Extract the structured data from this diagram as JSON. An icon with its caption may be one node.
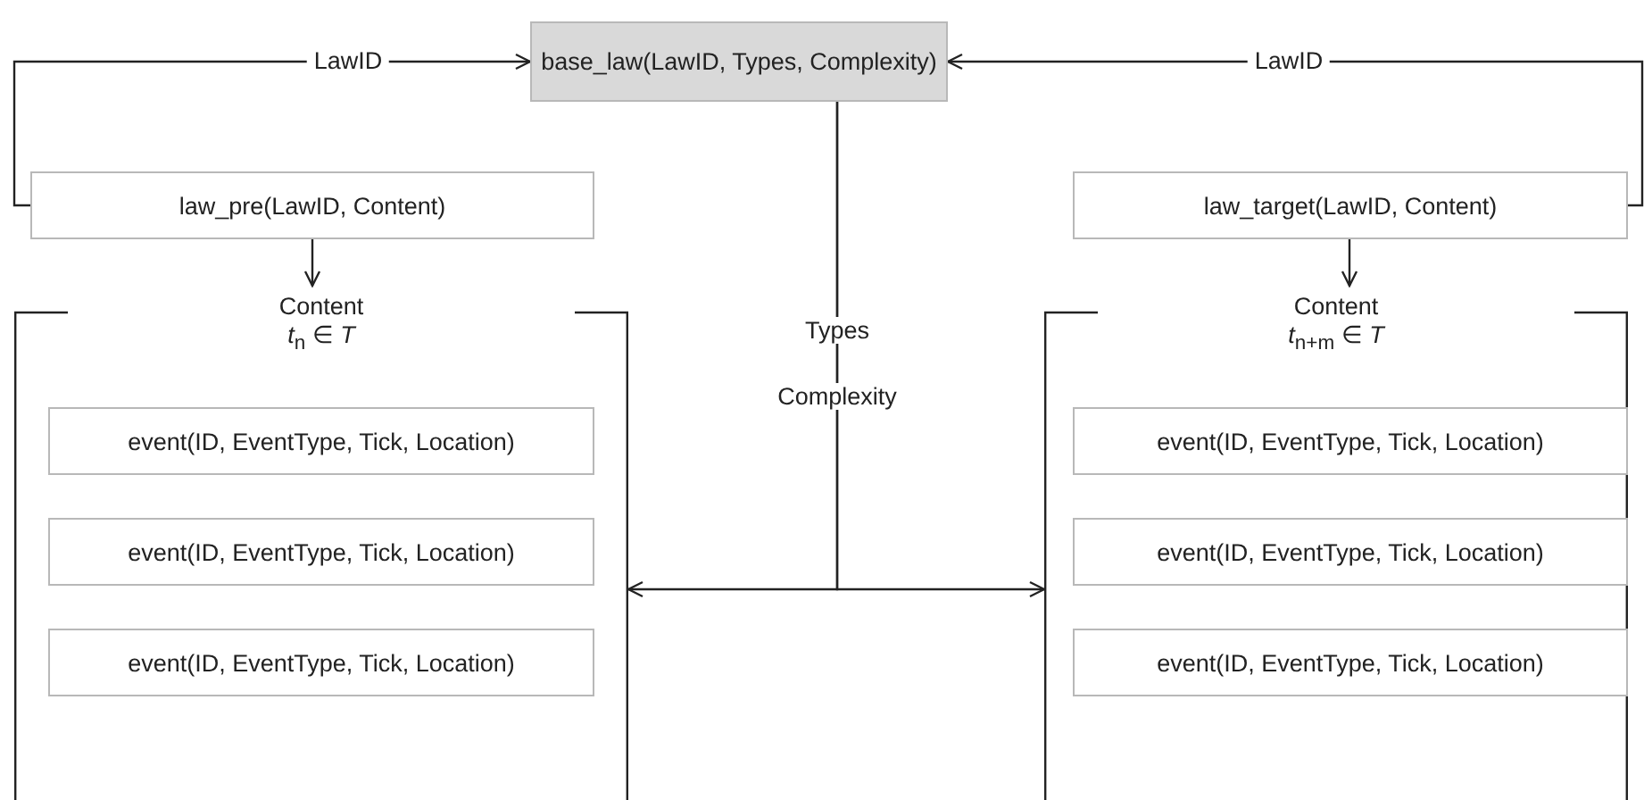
{
  "diagram": {
    "nodes": [
      {
        "text": [
          "base_law(LawID, Types, Complexity)"
        ]
      },
      {
        "text": [
          "law_pre(LawID, Content)"
        ]
      },
      {
        "text": [
          "law_target(LawID, Content)"
        ]
      },
      {
        "text": [
          "Content",
          "*t*$_{n}$ ∈ *T*"
        ]
      },
      {
        "text": [
          "event(ID, EventType, Tick, Location)"
        ],
        "in": 3
      },
      {
        "text": [
          "event(ID, EventType, Tick, Location)"
        ],
        "in": 3
      },
      {
        "text": [
          "event(ID, EventType, Tick, Location)"
        ],
        "in": 3
      },
      {
        "text": [
          "Content",
          "*t*$_{n+m}$ ∈ *T*"
        ]
      },
      {
        "text": [
          "event(ID, EventType, Tick, Location)"
        ],
        "in": 7
      },
      {
        "text": [
          "event(ID, EventType, Tick, Location)"
        ],
        "in": 7
      },
      {
        "text": [
          "event(ID, EventType, Tick, Location)"
        ],
        "in": 7
      }
    ],
    "edges": [
      {
        "from": 1,
        "to": 0,
        "arrow": "to",
        "label": "LawID"
      },
      {
        "from": 2,
        "to": 0,
        "arrow": "to",
        "label": "LawID"
      },
      {
        "from": 1,
        "to": 3,
        "arrow": "to"
      },
      {
        "from": 2,
        "to": 7,
        "arrow": "to"
      },
      {
        "from": 0,
        "to": 3,
        "arrow": "to",
        "label": "Types"
      },
      {
        "from": 0,
        "to": 7,
        "arrow": "to",
        "label": "Complexity"
      }
    ]
  }
}
